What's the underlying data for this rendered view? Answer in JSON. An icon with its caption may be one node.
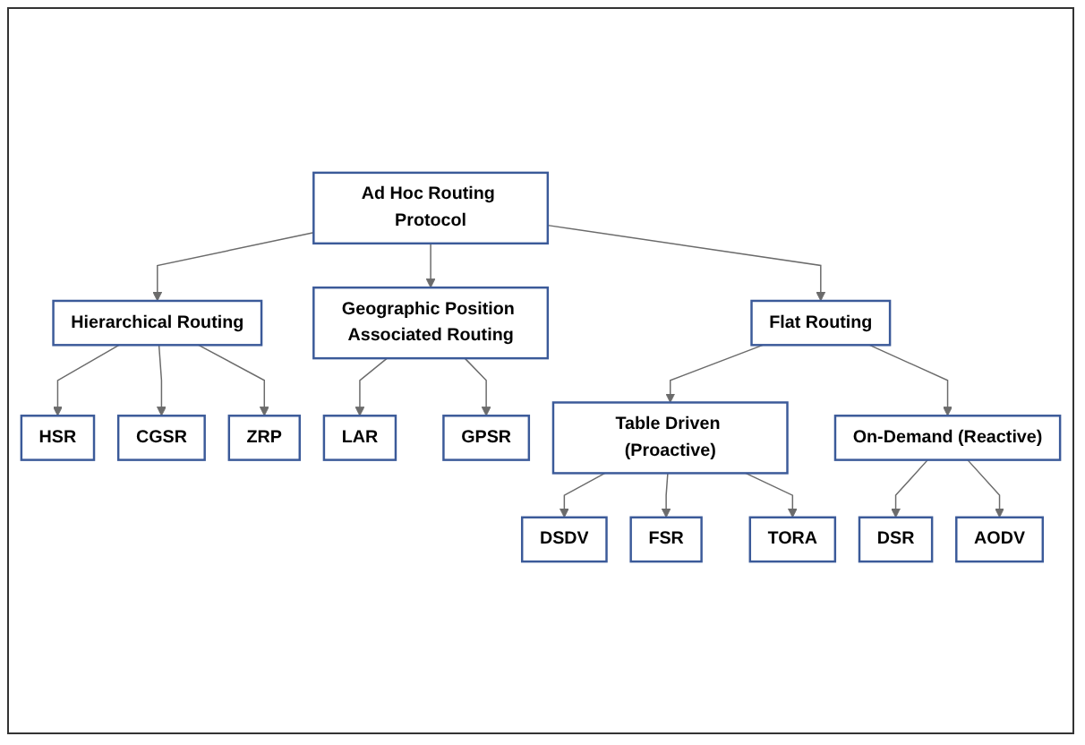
{
  "diagram": {
    "nodes": [
      {
        "text": [
          "Ad Hoc Routing Protocol"
        ]
      },
      {
        "text": [
          "Hierarchical Routing"
        ]
      },
      {
        "text": [
          "Flat Routing"
        ]
      },
      {
        "text": [
          "Geographic Position Associated Routing"
        ]
      },
      {
        "text": [
          "HSR"
        ]
      },
      {
        "text": [
          "CGSR"
        ]
      },
      {
        "text": [
          "ZRP"
        ]
      },
      {
        "text": [
          "LAR"
        ]
      },
      {
        "text": [
          "GPSR"
        ]
      },
      {
        "text": [
          "Table Driven (Proactive)"
        ]
      },
      {
        "text": [
          "On-Demand (Reactive)"
        ]
      },
      {
        "text": [
          "DSDV"
        ]
      },
      {
        "text": [
          "FSR"
        ]
      },
      {
        "text": [
          "TORA"
        ]
      },
      {
        "text": [
          "DSR"
        ]
      },
      {
        "text": [
          "AODV"
        ]
      }
    ],
    "edges": [
      {
        "from": 0,
        "to": 1,
        "arrow": "to"
      },
      {
        "from": 0,
        "to": 2,
        "arrow": "to"
      },
      {
        "from": 0,
        "to": 3,
        "arrow": "to"
      },
      {
        "from": 1,
        "to": 4,
        "arrow": "to"
      },
      {
        "from": 1,
        "to": 5,
        "arrow": "to"
      },
      {
        "from": 1,
        "to": 6,
        "arrow": "to"
      },
      {
        "from": 3,
        "to": 7,
        "arrow": "to"
      },
      {
        "from": 3,
        "to": 8,
        "arrow": "to"
      },
      {
        "from": 2,
        "to": 9,
        "arrow": "to"
      },
      {
        "from": 2,
        "to": 10,
        "arrow": "to"
      },
      {
        "from": 9,
        "to": 11,
        "arrow": "to"
      },
      {
        "from": 9,
        "to": 12,
        "arrow": "to"
      },
      {
        "from": 9,
        "to": 13,
        "arrow": "to"
      },
      {
        "from": 10,
        "to": 14,
        "arrow": "to"
      },
      {
        "from": 10,
        "to": 15,
        "arrow": "to"
      }
    ]
  }
}
